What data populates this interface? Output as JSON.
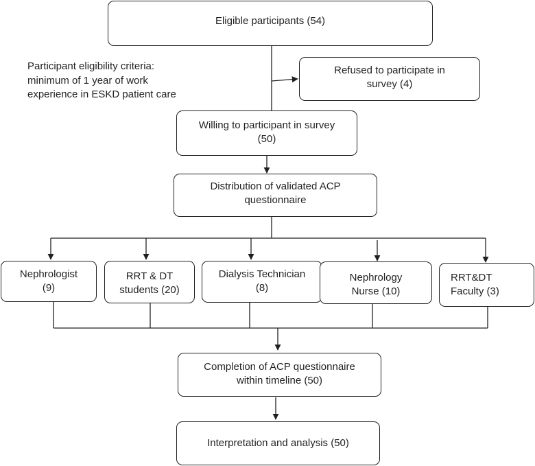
{
  "eligible": [
    "Eligible participants (54)"
  ],
  "criteria": [
    "Participant eligibility criteria:",
    "minimum of 1 year of work",
    "experience in ESKD patient care"
  ],
  "refused": [
    "Refused to participate in",
    "survey (4)"
  ],
  "willing": [
    "Willing to participant in survey",
    "(50)"
  ],
  "distribution": [
    "Distribution of validated ACP",
    "questionnaire"
  ],
  "groups": [
    [
      "Nephrologist",
      "(9)"
    ],
    [
      "RRT & DT",
      "students (20)"
    ],
    [
      "Dialysis Technician",
      "(8)"
    ],
    [
      "Nephrology",
      "Nurse (10)"
    ],
    [
      "RRT&DT",
      "Faculty (3)"
    ]
  ],
  "completion": [
    "Completion of ACP questionnaire",
    "within timeline (50)"
  ],
  "interpretation": [
    "Interpretation and analysis (50)"
  ]
}
